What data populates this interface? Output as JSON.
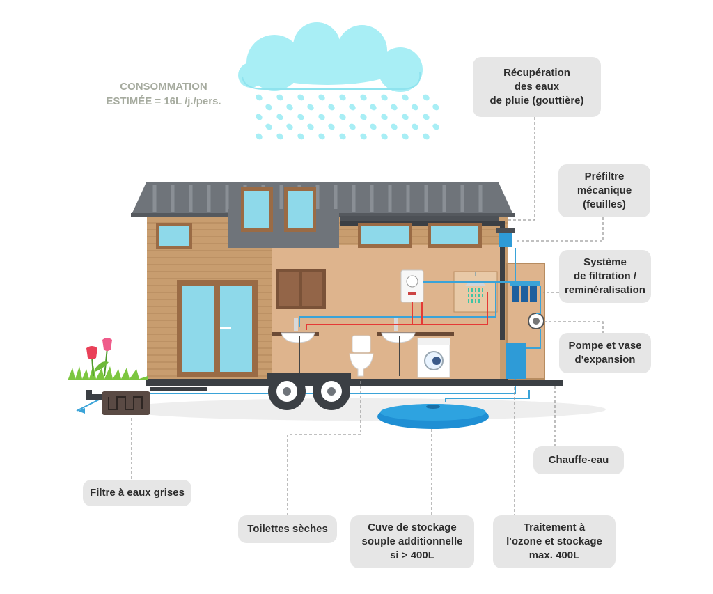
{
  "consumption": {
    "line1": "CONSOMMATION",
    "line2": "ESTIMÉE  = 16L /j./pers."
  },
  "labels": {
    "rain_harvest": [
      "Récupération",
      "des eaux",
      "de pluie (gouttière)"
    ],
    "prefilter": [
      "Préfiltre",
      "mécanique",
      "(feuilles)"
    ],
    "filtration": [
      "Système",
      "de filtration /",
      "reminéralisation"
    ],
    "pump": [
      "Pompe et vase",
      "d'expansion"
    ],
    "water_heater": [
      "Chauffe-eau"
    ],
    "grey_water_filter": [
      "Filtre à eaux grises"
    ],
    "dry_toilet": [
      "Toilettes sèches"
    ],
    "storage_tank": [
      "Cuve de stockage",
      "souple additionnelle",
      "si > 400L"
    ],
    "ozone_treatment": [
      "Traitement à",
      "l'ozone et stockage",
      "max. 400L"
    ]
  },
  "colors": {
    "rain": "#a8eef5",
    "wood_cladding": "#c89d6f",
    "interior": "#deb48d",
    "roof": "#6f747a",
    "window_glass": "#8ed9ea",
    "hot_pipe": "#e53935",
    "cold_pipe": "#3aa3d8",
    "storage_tank": "#1f8fd4",
    "label_bg": "#e6e6e6"
  }
}
